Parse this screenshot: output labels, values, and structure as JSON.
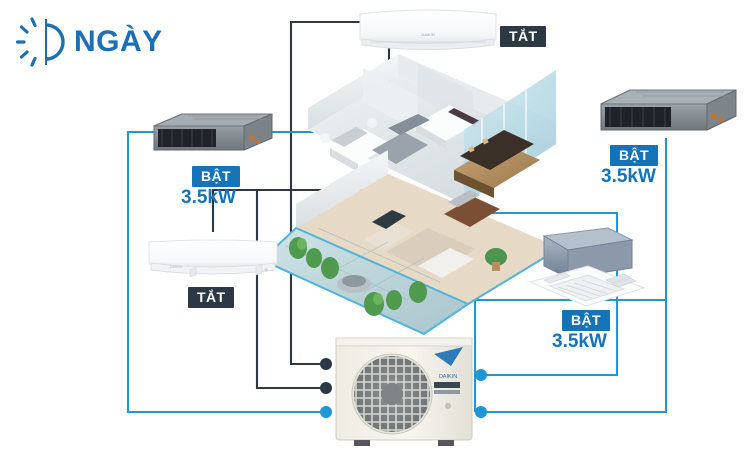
{
  "brand": {
    "logo_icon": "half-sun-icon",
    "logo_text": "NGÀY"
  },
  "colors": {
    "accent_blue": "#1573b8",
    "line_blue": "#2196d6",
    "off_dark": "#2c3945",
    "background": "#ffffff"
  },
  "legend": {
    "on_label": "BẬT",
    "off_label": "TẮT",
    "capacity_label": "3.5kW"
  },
  "outdoor_unit": {
    "name": "daikin-outdoor-condenser",
    "brand_mark": "DAIKIN"
  },
  "units": [
    {
      "id": "top-wall-unit",
      "type": "wall-mounted-split",
      "state_label": "TẮT",
      "state": "off",
      "capacity": ""
    },
    {
      "id": "left-ducted-unit",
      "type": "concealed-ducted",
      "state_label": "BẬT",
      "state": "on",
      "capacity": "3.5kW"
    },
    {
      "id": "left-wall-unit",
      "type": "wall-mounted-split",
      "state_label": "TẮT",
      "state": "off",
      "capacity": ""
    },
    {
      "id": "right-ducted-unit",
      "type": "concealed-ducted",
      "state_label": "BẬT",
      "state": "on",
      "capacity": "3.5kW"
    },
    {
      "id": "cassette-unit",
      "type": "ceiling-cassette",
      "state_label": "BẬT",
      "state": "on",
      "capacity": "3.5kW"
    }
  ]
}
